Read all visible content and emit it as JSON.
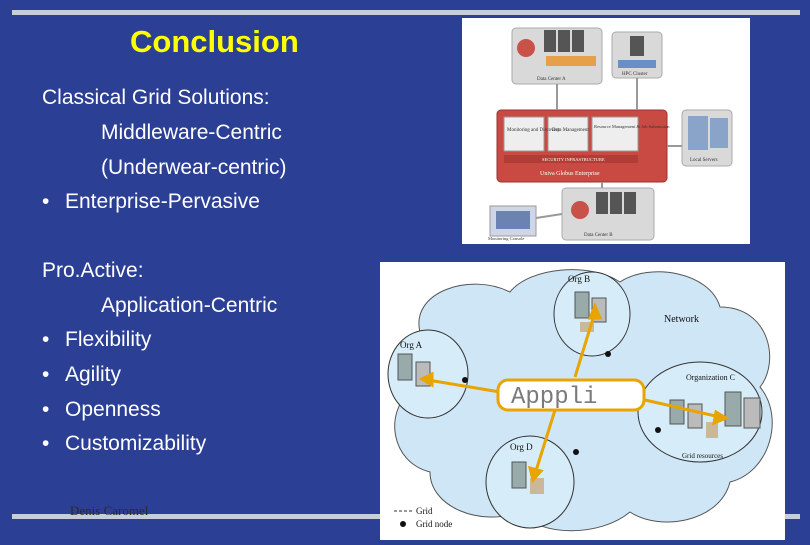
{
  "slide": {
    "title": "Conclusion",
    "classical": {
      "heading": "Classical Grid Solutions:",
      "line1": "Middleware-Centric",
      "line2": "(Underwear-centric)",
      "bullets": [
        "Enterprise-Pervasive"
      ]
    },
    "proactive": {
      "heading": "Pro.Active:",
      "line1": "Application-Centric",
      "bullets": [
        "Flexibility",
        "Agility",
        "Openness",
        "Customizability"
      ]
    },
    "bullet_symbol": "•",
    "footer": "Denis Caromel"
  },
  "diagram_enterprise": {
    "top_left_caption": "Data Center A",
    "top_right_caption": "HPC Cluster",
    "box1": "Monitoring and Discovery",
    "box2": "Data Management",
    "box3": "Resource Management & Job Submission",
    "security": "SECURITY INFRASTRUCTURE",
    "enterprise": "Univa Globus Enterprise",
    "local_servers": "Local Servers",
    "monitoring_console": "Monitoring Console",
    "bottom_caption": "Data Center B"
  },
  "diagram_grid": {
    "org_b": "Org B",
    "org_a": "Org A",
    "org_c": "Organization C",
    "org_d": "Org D",
    "network": "Network",
    "appli": "Apppli",
    "grid_resources": "Grid resources",
    "legend_grid": "Grid",
    "legend_node": "Grid node"
  }
}
